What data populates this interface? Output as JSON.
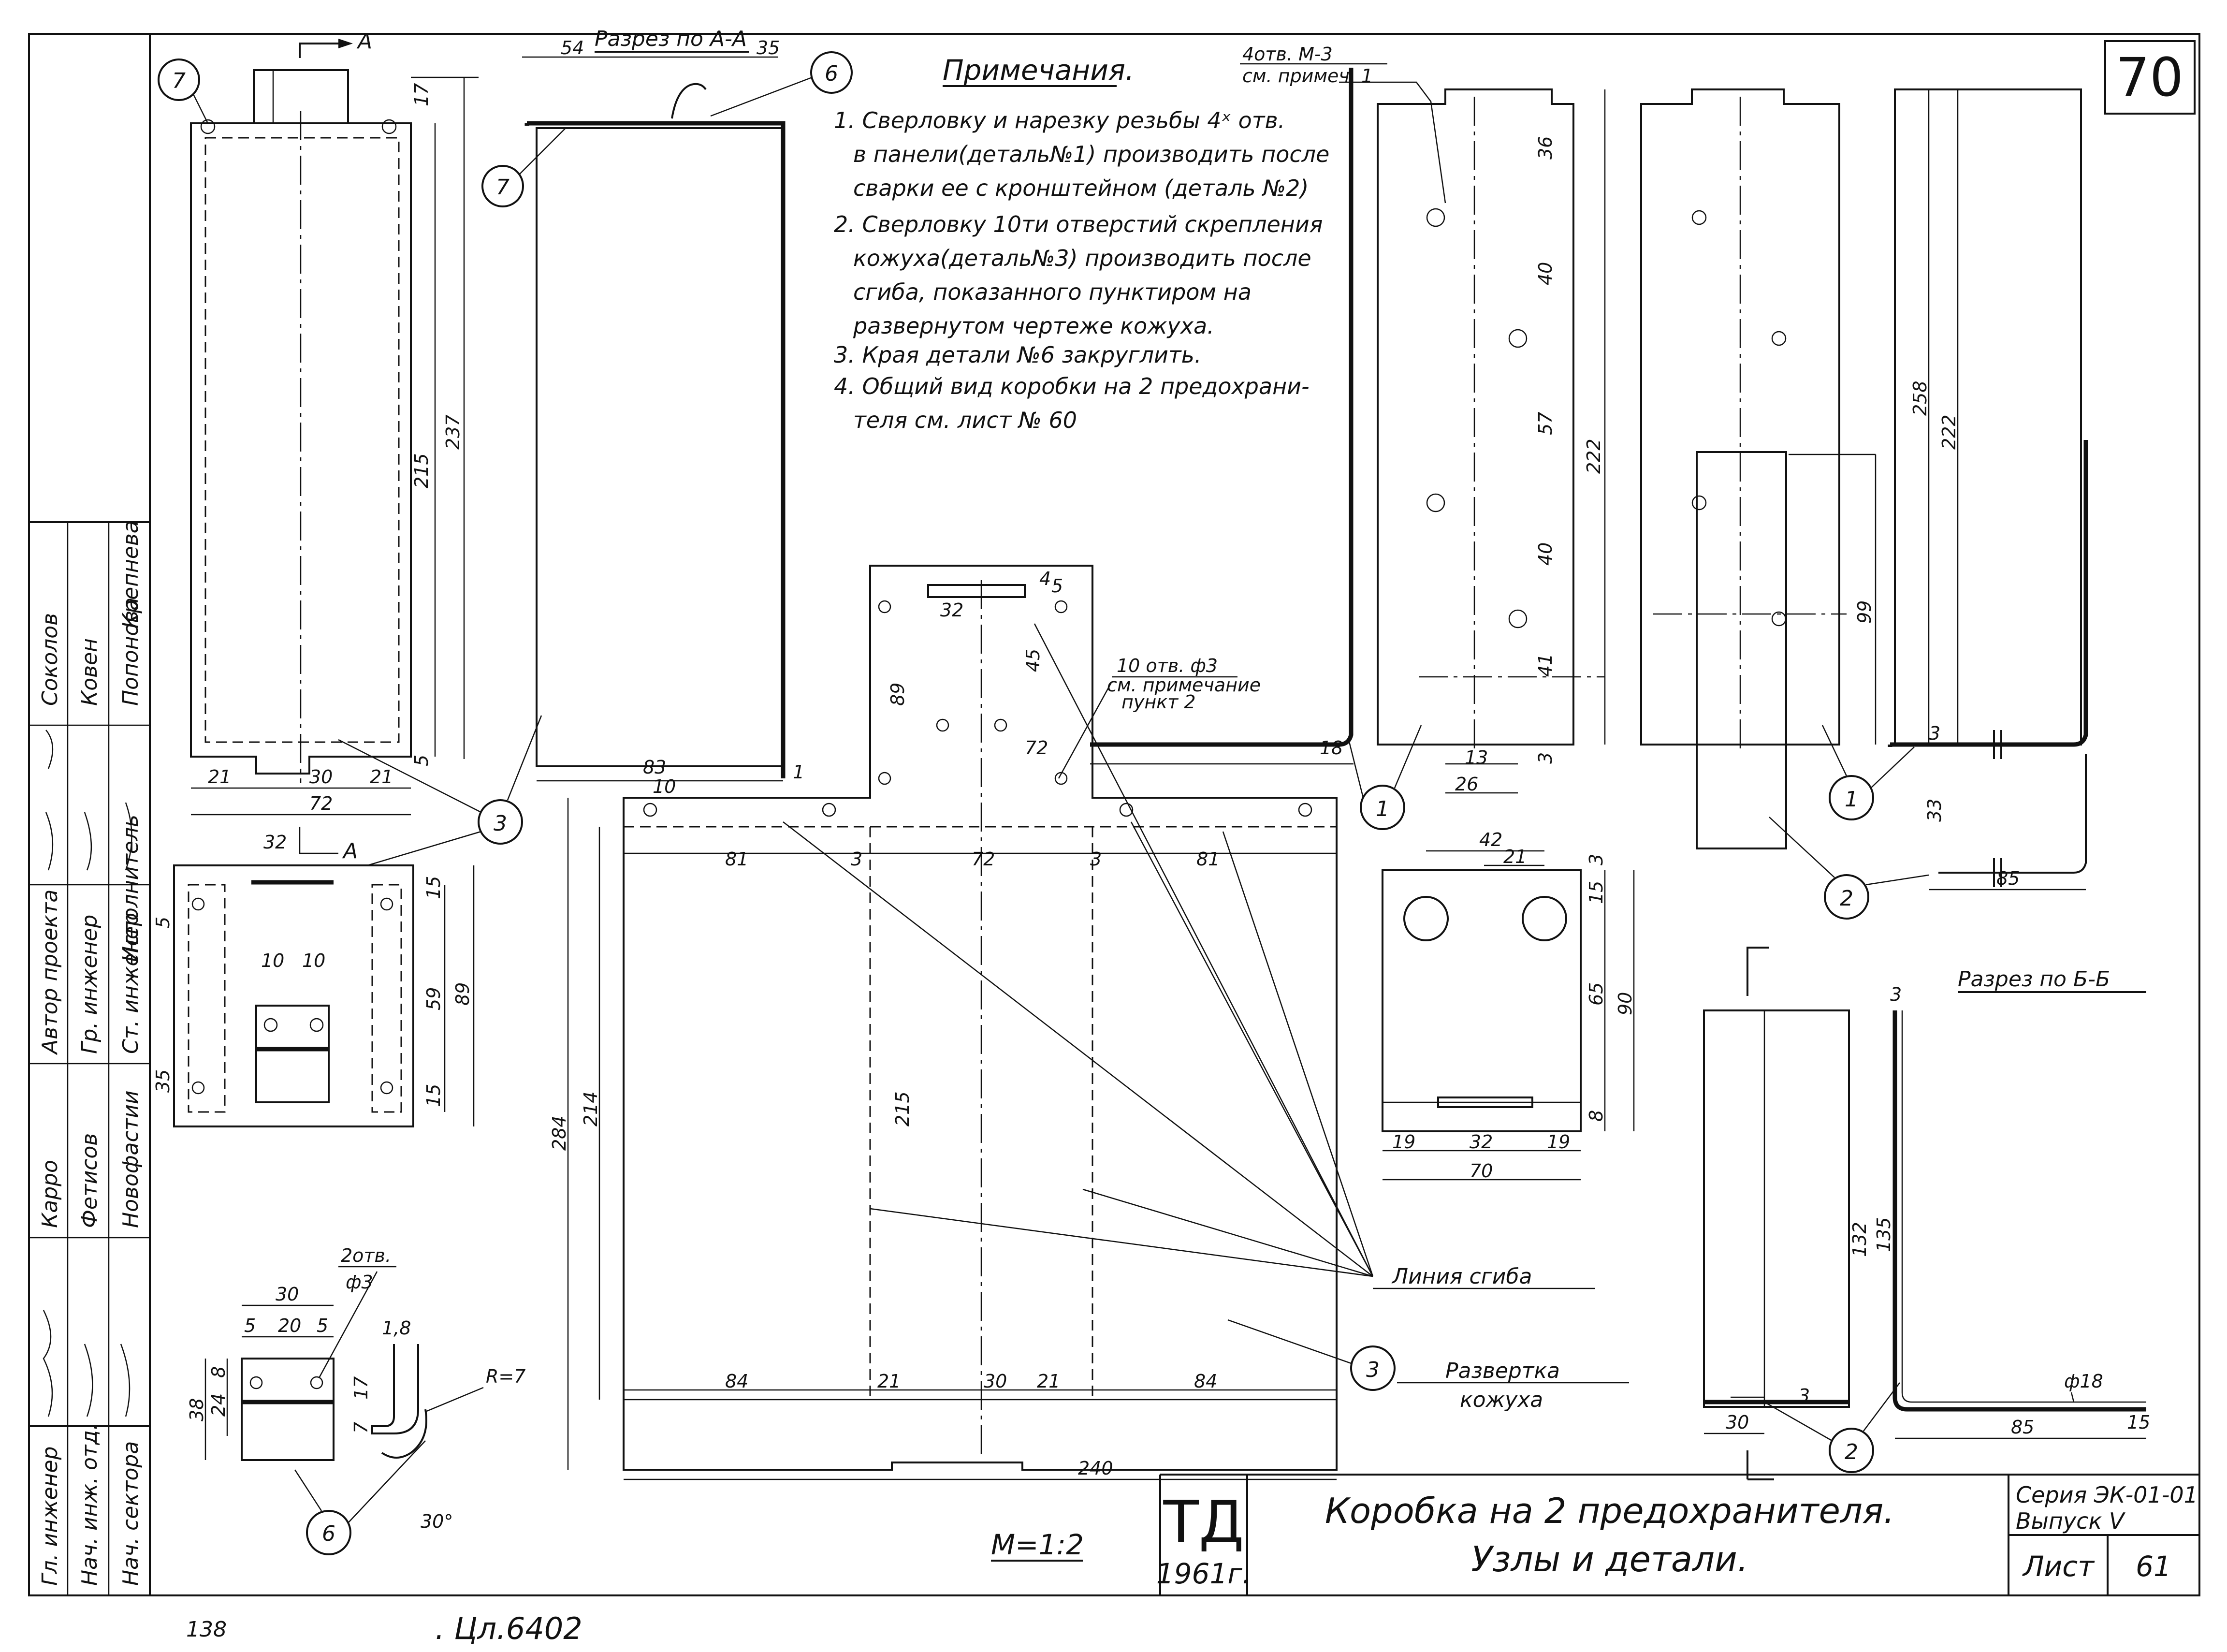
{
  "sheet": {
    "corner_number": "70",
    "scale": "М=1:2",
    "stamp_mark": "ТД",
    "stamp_year": "1961г.",
    "title_line1": "Коробка на 2 предохранителя.",
    "title_line2": "Узлы и детали.",
    "series_label": "Серия ЭК-01-01",
    "issue_label": "Выпуск V",
    "sheet_label": "Лист",
    "sheet_number": "61",
    "footer_left": "138",
    "footer_code": ". Цл.6402"
  },
  "stamp_table": {
    "roles": [
      "Гл. инженер",
      "Нач. инж. отд.",
      "Нач. сектора",
      "Автор проекта",
      "Гр. инженер",
      "Ст. инженер",
      "Исполнитель"
    ],
    "names": [
      "Карро",
      "Фетисов",
      "Новофастии",
      "Соколов",
      "Ковен",
      "Попонова",
      "Крепнева"
    ]
  },
  "notes": {
    "title": "Примечания.",
    "items": [
      "1. Сверловку и нарезку резьбы 4ˣ отв.",
      "в панели(деталь№1) производить после",
      "сварки ее с кронштейном (деталь №2)",
      "2. Сверловку 10ти отверстий скрепления",
      "кожуха(деталь№3) производить после",
      "сгиба, показанного пунктиром на",
      "развернутом чертеже кожуха.",
      "3. Края детали №6 закруглить.",
      "4. Общий вид коробки на 2 предохрани-",
      "теля см. лист № 60"
    ]
  },
  "labels": {
    "section_aa": "Разрез по А-А",
    "section_bb": "Разрез по Б-Б",
    "arrow_a": "А",
    "holes_m3": "4отв. М-3",
    "holes_m3_ref": "см. примеч. 1",
    "holes_10": "10 отв. ф3",
    "holes_10_ref": "см. примечание",
    "holes_10_ref2": "пункт 2",
    "holes_2": "2отв.",
    "holes_2_d": "ф3",
    "bend_line": "Линия сгиба",
    "unfold_1": "Развертка",
    "unfold_2": "кожуха",
    "radius": "R=7",
    "angle": "30°",
    "dia18": "ф18"
  },
  "callouts": [
    "7",
    "6",
    "7",
    "3",
    "6",
    "1",
    "3",
    "1",
    "2",
    "2",
    "3"
  ],
  "dims": {
    "v17": "17",
    "v215": "215",
    "v237": "237",
    "v21a": "21",
    "v30": "30",
    "v21b": "21",
    "v72": "72",
    "v5": "5",
    "v54": "54",
    "v35": "35",
    "v83": "83",
    "v1": "1",
    "v32": "32",
    "v10a": "10",
    "v10b": "10",
    "v15a": "15",
    "v59": "59",
    "v89": "89",
    "v15b": "15",
    "v35b": "35",
    "v5b": "5",
    "d30": "30",
    "d5a": "5",
    "d20": "20",
    "d5b": "5",
    "d8": "8",
    "d24": "24",
    "d38": "38",
    "d18": "1,8",
    "d7": "7",
    "d17": "17",
    "u10": "10",
    "u81a": "81",
    "u3a": "3",
    "u72": "72",
    "u3b": "3",
    "u81b": "81",
    "u284": "284",
    "u214": "214",
    "u215": "215",
    "u89": "89",
    "u45": "45",
    "u32": "32",
    "u4": "4",
    "u5": "5",
    "u84a": "84",
    "u21a": "21",
    "u30": "30",
    "u21b": "21",
    "u84b": "84",
    "u240": "240",
    "p36": "36",
    "p40a": "40",
    "p57": "57",
    "p40b": "40",
    "p41": "41",
    "p222": "222",
    "p13": "13",
    "p26": "26",
    "p3": "3",
    "p72": "72",
    "p18": "18",
    "q42": "42",
    "q21": "21",
    "q3": "3",
    "q15": "15",
    "q65": "65",
    "q90": "90",
    "q19a": "19",
    "q32": "32",
    "q19b": "19",
    "q70": "70",
    "q8": "8",
    "k99": "99",
    "k258": "258",
    "k222": "222",
    "k3": "3",
    "k33": "33",
    "k85": "85",
    "b3": "3",
    "b132": "132",
    "b135": "135",
    "b30": "30",
    "b3b": "3",
    "b85": "85",
    "b15": "15"
  }
}
